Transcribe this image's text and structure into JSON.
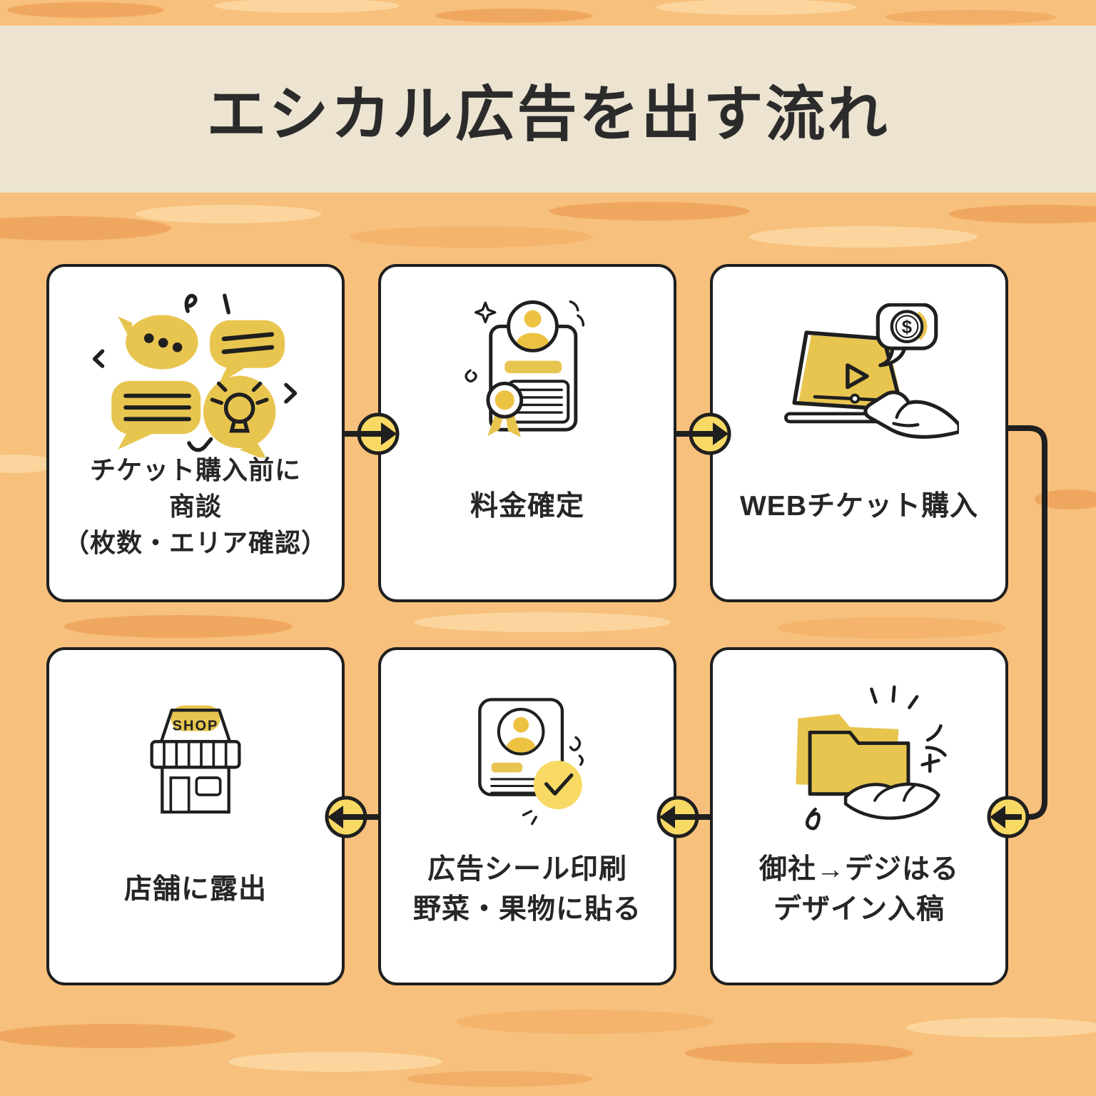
{
  "title": "エシカル広告を出す流れ",
  "colors": {
    "background_wood": "#f7c07c",
    "wood_dark": "#efa75f",
    "wood_light": "#fbd59d",
    "header_band": "#ece3d1",
    "card_background": "#ffffff",
    "outline_black": "#1f1f1f",
    "icon_yellow": "#e8c54f",
    "accent_yellow": "#f8d964",
    "text_color": "#262626"
  },
  "steps": [
    {
      "order": 1,
      "icon": "chat-bubbles-icon",
      "lines": [
        "チケット購入前に",
        "商談",
        "（枚数・エリア確認）"
      ]
    },
    {
      "order": 2,
      "icon": "certificate-icon",
      "lines": [
        "料金確定"
      ]
    },
    {
      "order": 3,
      "icon": "laptop-purchase-icon",
      "currency_symbol": "$",
      "lines": [
        "WEBチケット購入"
      ]
    },
    {
      "order": 4,
      "icon": "folder-handoff-icon",
      "lines": [
        "御社→デジはる",
        "デザイン入稿"
      ]
    },
    {
      "order": 5,
      "icon": "sticker-check-icon",
      "lines": [
        "広告シール印刷",
        "野菜・果物に貼る"
      ]
    },
    {
      "order": 6,
      "icon": "shop-icon",
      "sign_label": "SHOP",
      "lines": [
        "店舗に露出"
      ]
    }
  ]
}
